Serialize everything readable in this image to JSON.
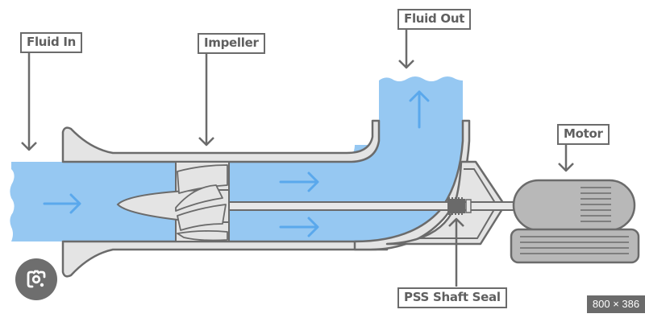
{
  "diagram": {
    "title": "Pump with PSS Shaft Seal",
    "labels": {
      "fluid_in": "Fluid In",
      "impeller": "Impeller",
      "fluid_out": "Fluid Out",
      "motor": "Motor",
      "shaft_seal": "PSS Shaft Seal"
    },
    "colors": {
      "fluid": "#96c8f2",
      "flow_arrow": "#5aa8ec",
      "housing_fill": "#e4e4e4",
      "outline": "#6b6b6b",
      "motor_fill": "#b8b8b8",
      "seal_fill": "#6a6a6a"
    }
  },
  "overlay": {
    "lens_icon": "google-lens-icon",
    "image_size": "800 × 386"
  }
}
